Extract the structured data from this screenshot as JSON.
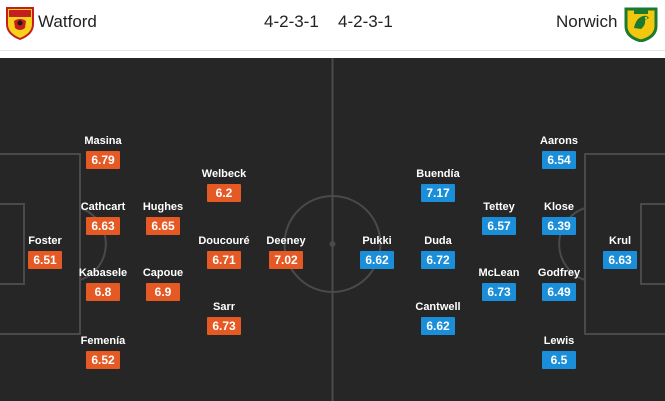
{
  "header": {
    "home_team": "Watford",
    "home_formation": "4-2-3-1",
    "away_formation": "4-2-3-1",
    "away_team": "Norwich",
    "home_crest_icon": "watford-crest-icon",
    "away_crest_icon": "norwich-crest-icon"
  },
  "colors": {
    "home_rating": "#e55a24",
    "away_rating": "#1a8ed8",
    "pitch": "#262626",
    "lines": "#4a4a4a"
  },
  "home_players": [
    {
      "name": "Foster",
      "rating": "6.51"
    },
    {
      "name": "Masina",
      "rating": "6.79"
    },
    {
      "name": "Cathcart",
      "rating": "6.63"
    },
    {
      "name": "Kabasele",
      "rating": "6.8"
    },
    {
      "name": "Femenía",
      "rating": "6.52"
    },
    {
      "name": "Hughes",
      "rating": "6.65"
    },
    {
      "name": "Capoue",
      "rating": "6.9"
    },
    {
      "name": "Welbeck",
      "rating": "6.2"
    },
    {
      "name": "Doucouré",
      "rating": "6.71"
    },
    {
      "name": "Sarr",
      "rating": "6.73"
    },
    {
      "name": "Deeney",
      "rating": "7.02"
    }
  ],
  "away_players": [
    {
      "name": "Pukki",
      "rating": "6.62"
    },
    {
      "name": "Buendía",
      "rating": "7.17"
    },
    {
      "name": "Duda",
      "rating": "6.72"
    },
    {
      "name": "Cantwell",
      "rating": "6.62"
    },
    {
      "name": "Tettey",
      "rating": "6.57"
    },
    {
      "name": "McLean",
      "rating": "6.73"
    },
    {
      "name": "Aarons",
      "rating": "6.54"
    },
    {
      "name": "Klose",
      "rating": "6.39"
    },
    {
      "name": "Godfrey",
      "rating": "6.49"
    },
    {
      "name": "Lewis",
      "rating": "6.5"
    },
    {
      "name": "Krul",
      "rating": "6.63"
    }
  ]
}
